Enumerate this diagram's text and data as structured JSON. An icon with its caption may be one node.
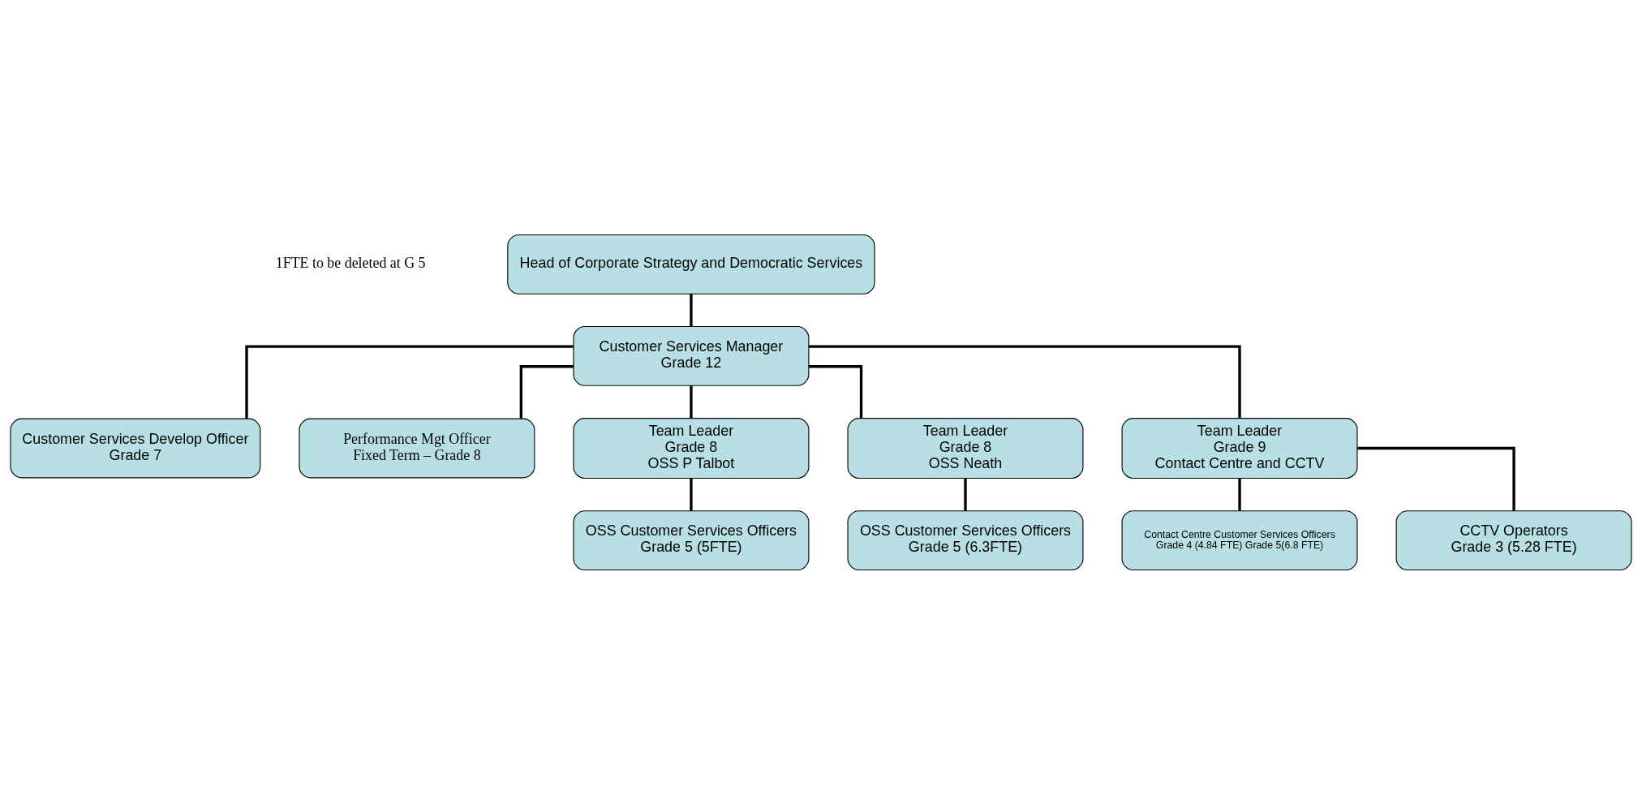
{
  "diagram": {
    "nodes": [
      {
        "text": [
          "Head of Corporate Strategy and Democratic Services"
        ]
      },
      {
        "text": [
          "Customer Services Manager",
          "Grade 12"
        ]
      },
      {
        "text": [
          "Customer Services Develop Officer",
          "Grade 7"
        ]
      },
      {
        "text": [
          "Performance Mgt Officer",
          "Fixed Term – Grade 8"
        ]
      },
      {
        "text": [
          "Team Leader",
          "Grade 8",
          "OSS P Talbot"
        ]
      },
      {
        "text": [
          "Team Leader",
          "Grade 8",
          "OSS Neath"
        ]
      },
      {
        "text": [
          "Team Leader",
          "Grade 9",
          "Contact Centre and CCTV"
        ]
      },
      {
        "text": [
          "OSS Customer Services Officers",
          "Grade 5 (5FTE)"
        ]
      },
      {
        "text": [
          "OSS Customer Services Officers",
          "Grade 5 (6.3FTE)"
        ]
      },
      {
        "text": [
          "Contact Centre Customer Services Officers",
          "Grade 4 (4.84 FTE) Grade 5(6.8 FTE)"
        ]
      },
      {
        "text": [
          "CCTV Operators",
          "Grade 3 (5.28 FTE)"
        ]
      }
    ],
    "edges": [
      {
        "from": 0,
        "to": 1,
        "arrow": "none"
      },
      {
        "from": 1,
        "to": 2,
        "arrow": "none"
      },
      {
        "from": 1,
        "to": 3,
        "arrow": "none"
      },
      {
        "from": 1,
        "to": 4,
        "arrow": "none"
      },
      {
        "from": 1,
        "to": 5,
        "arrow": "none"
      },
      {
        "from": 1,
        "to": 6,
        "arrow": "none"
      },
      {
        "from": 4,
        "to": 7,
        "arrow": "none"
      },
      {
        "from": 5,
        "to": 8,
        "arrow": "none"
      },
      {
        "from": 6,
        "to": 9,
        "arrow": "none"
      },
      {
        "from": 6,
        "to": 10,
        "arrow": "none"
      }
    ],
    "labels": [
      "1FTE to be deleted at G 5"
    ]
  }
}
